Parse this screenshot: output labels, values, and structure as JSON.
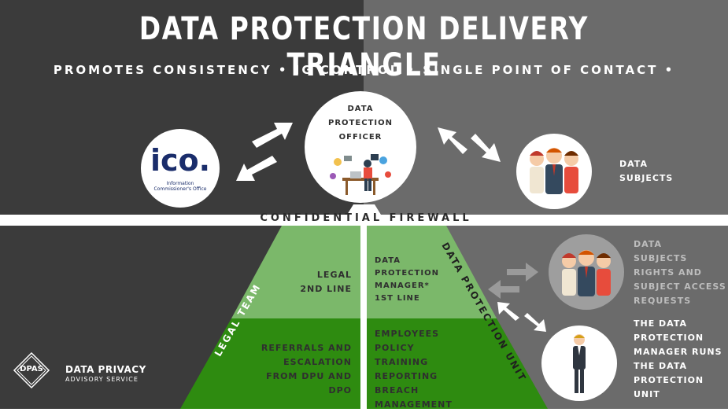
{
  "title": "DATA PROTECTION DELIVERY TRIANGLE",
  "subtitle": "PROMOTES CONSISTENCY • IG CONTROL • SINGLE POINT OF CONTACT •",
  "ico": {
    "logo_text": "ico.",
    "logo_subtext": "Information Commissioner's Office"
  },
  "dpo": {
    "lines": [
      "DATA",
      "PROTECTION",
      "OFFICER"
    ]
  },
  "data_subjects": {
    "lines": [
      "DATA",
      "SUBJECTS"
    ]
  },
  "firewall": {
    "label": "CONFIDENTIAL FIREWALL"
  },
  "legal_team": {
    "label": "LEGAL TEAM"
  },
  "dp_unit": {
    "label": "DATA PROTECTION UNIT"
  },
  "pyramid": {
    "left_top": [
      "LEGAL",
      "2ND LINE"
    ],
    "right_top": [
      "DATA",
      "PROTECTION",
      "MANAGER*",
      "1ST LINE"
    ],
    "left_bottom": [
      "REFERRALS AND",
      "ESCALATION",
      "FROM DPU AND DPO"
    ],
    "right_bottom": [
      "EMPLOYEES",
      "POLICY",
      "TRAINING",
      "REPORTING",
      "BREACH MANAGEMENT"
    ]
  },
  "rights": {
    "lines": [
      "DATA",
      "SUBJECTS",
      "RIGHTS AND",
      "SUBJECT ACCESS",
      "REQUESTS"
    ]
  },
  "manager": {
    "lines": [
      "THE DATA",
      "PROTECTION",
      "MANAGER RUNS",
      "THE DATA",
      "PROTECTION",
      "UNIT"
    ]
  },
  "brand": {
    "logo_text": "DPAS",
    "name": "DATA PRIVACY",
    "subname": "ADVISORY SERVICE"
  },
  "colors": {
    "bg_left": "#3b3b3b",
    "bg_right": "#6b6b6b",
    "pyramid_light": "#7bb86a",
    "pyramid_dark": "#2e8b10",
    "ico_blue": "#1a2d6b"
  }
}
